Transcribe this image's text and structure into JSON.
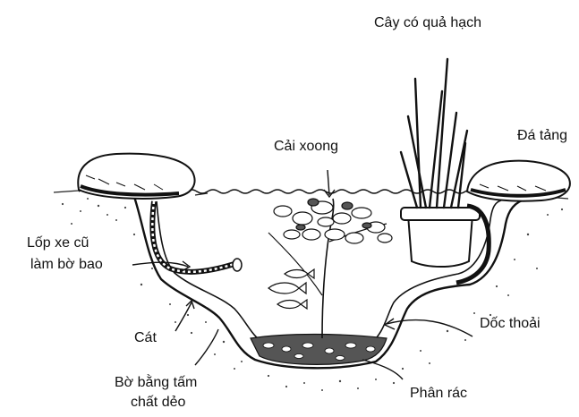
{
  "labels": {
    "plant": "Cây có quả hạch",
    "rock": "Đá tảng",
    "watercress": "Cải xoong",
    "tire_line1": "Lốp xe cũ",
    "tire_line2": "làm bờ bao",
    "slope": "Dốc thoải",
    "sand": "Cát",
    "liner_line1": "Bờ bằng tấm",
    "liner_line2": "chất dẻo",
    "compost": "Phân rác"
  }
}
